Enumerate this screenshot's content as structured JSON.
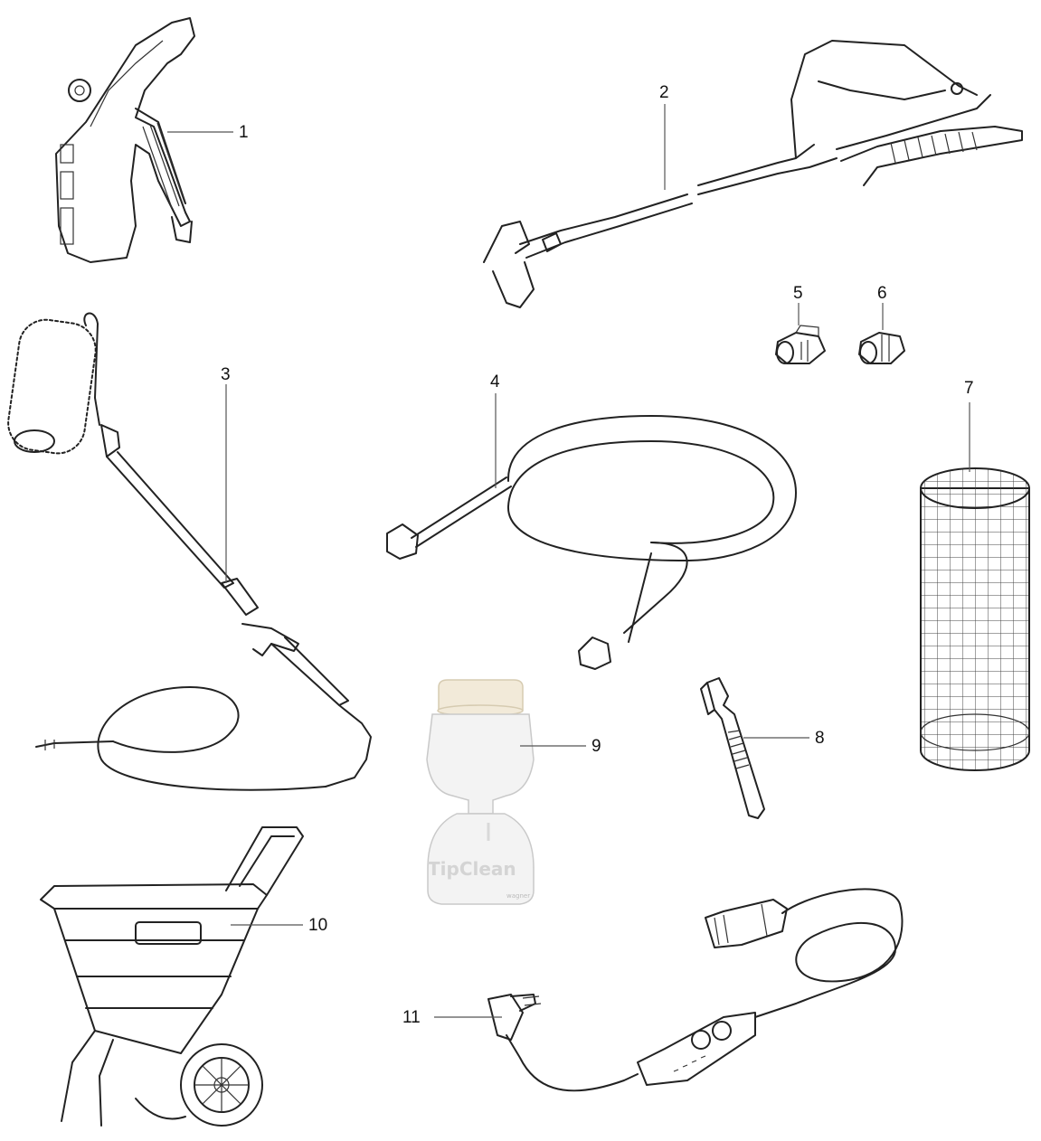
{
  "items": [
    {
      "number": "1",
      "icon": "spray-gun-icon"
    },
    {
      "number": "2",
      "icon": "extension-spray-gun-icon"
    },
    {
      "number": "3",
      "icon": "paint-roller-icon"
    },
    {
      "number": "4",
      "icon": "high-pressure-hose-icon"
    },
    {
      "number": "5",
      "icon": "hose-adapter-icon"
    },
    {
      "number": "6",
      "icon": "hose-connector-icon"
    },
    {
      "number": "7",
      "icon": "filter-mesh-icon"
    },
    {
      "number": "8",
      "icon": "high-pressure-filter-icon"
    },
    {
      "number": "9",
      "icon": "tipclean-bottle-icon"
    },
    {
      "number": "10",
      "icon": "cart-icon"
    },
    {
      "number": "11",
      "icon": "power-cable-icon"
    }
  ],
  "product_label": {
    "brand_text": "TipClean",
    "small_text": "wagner"
  }
}
